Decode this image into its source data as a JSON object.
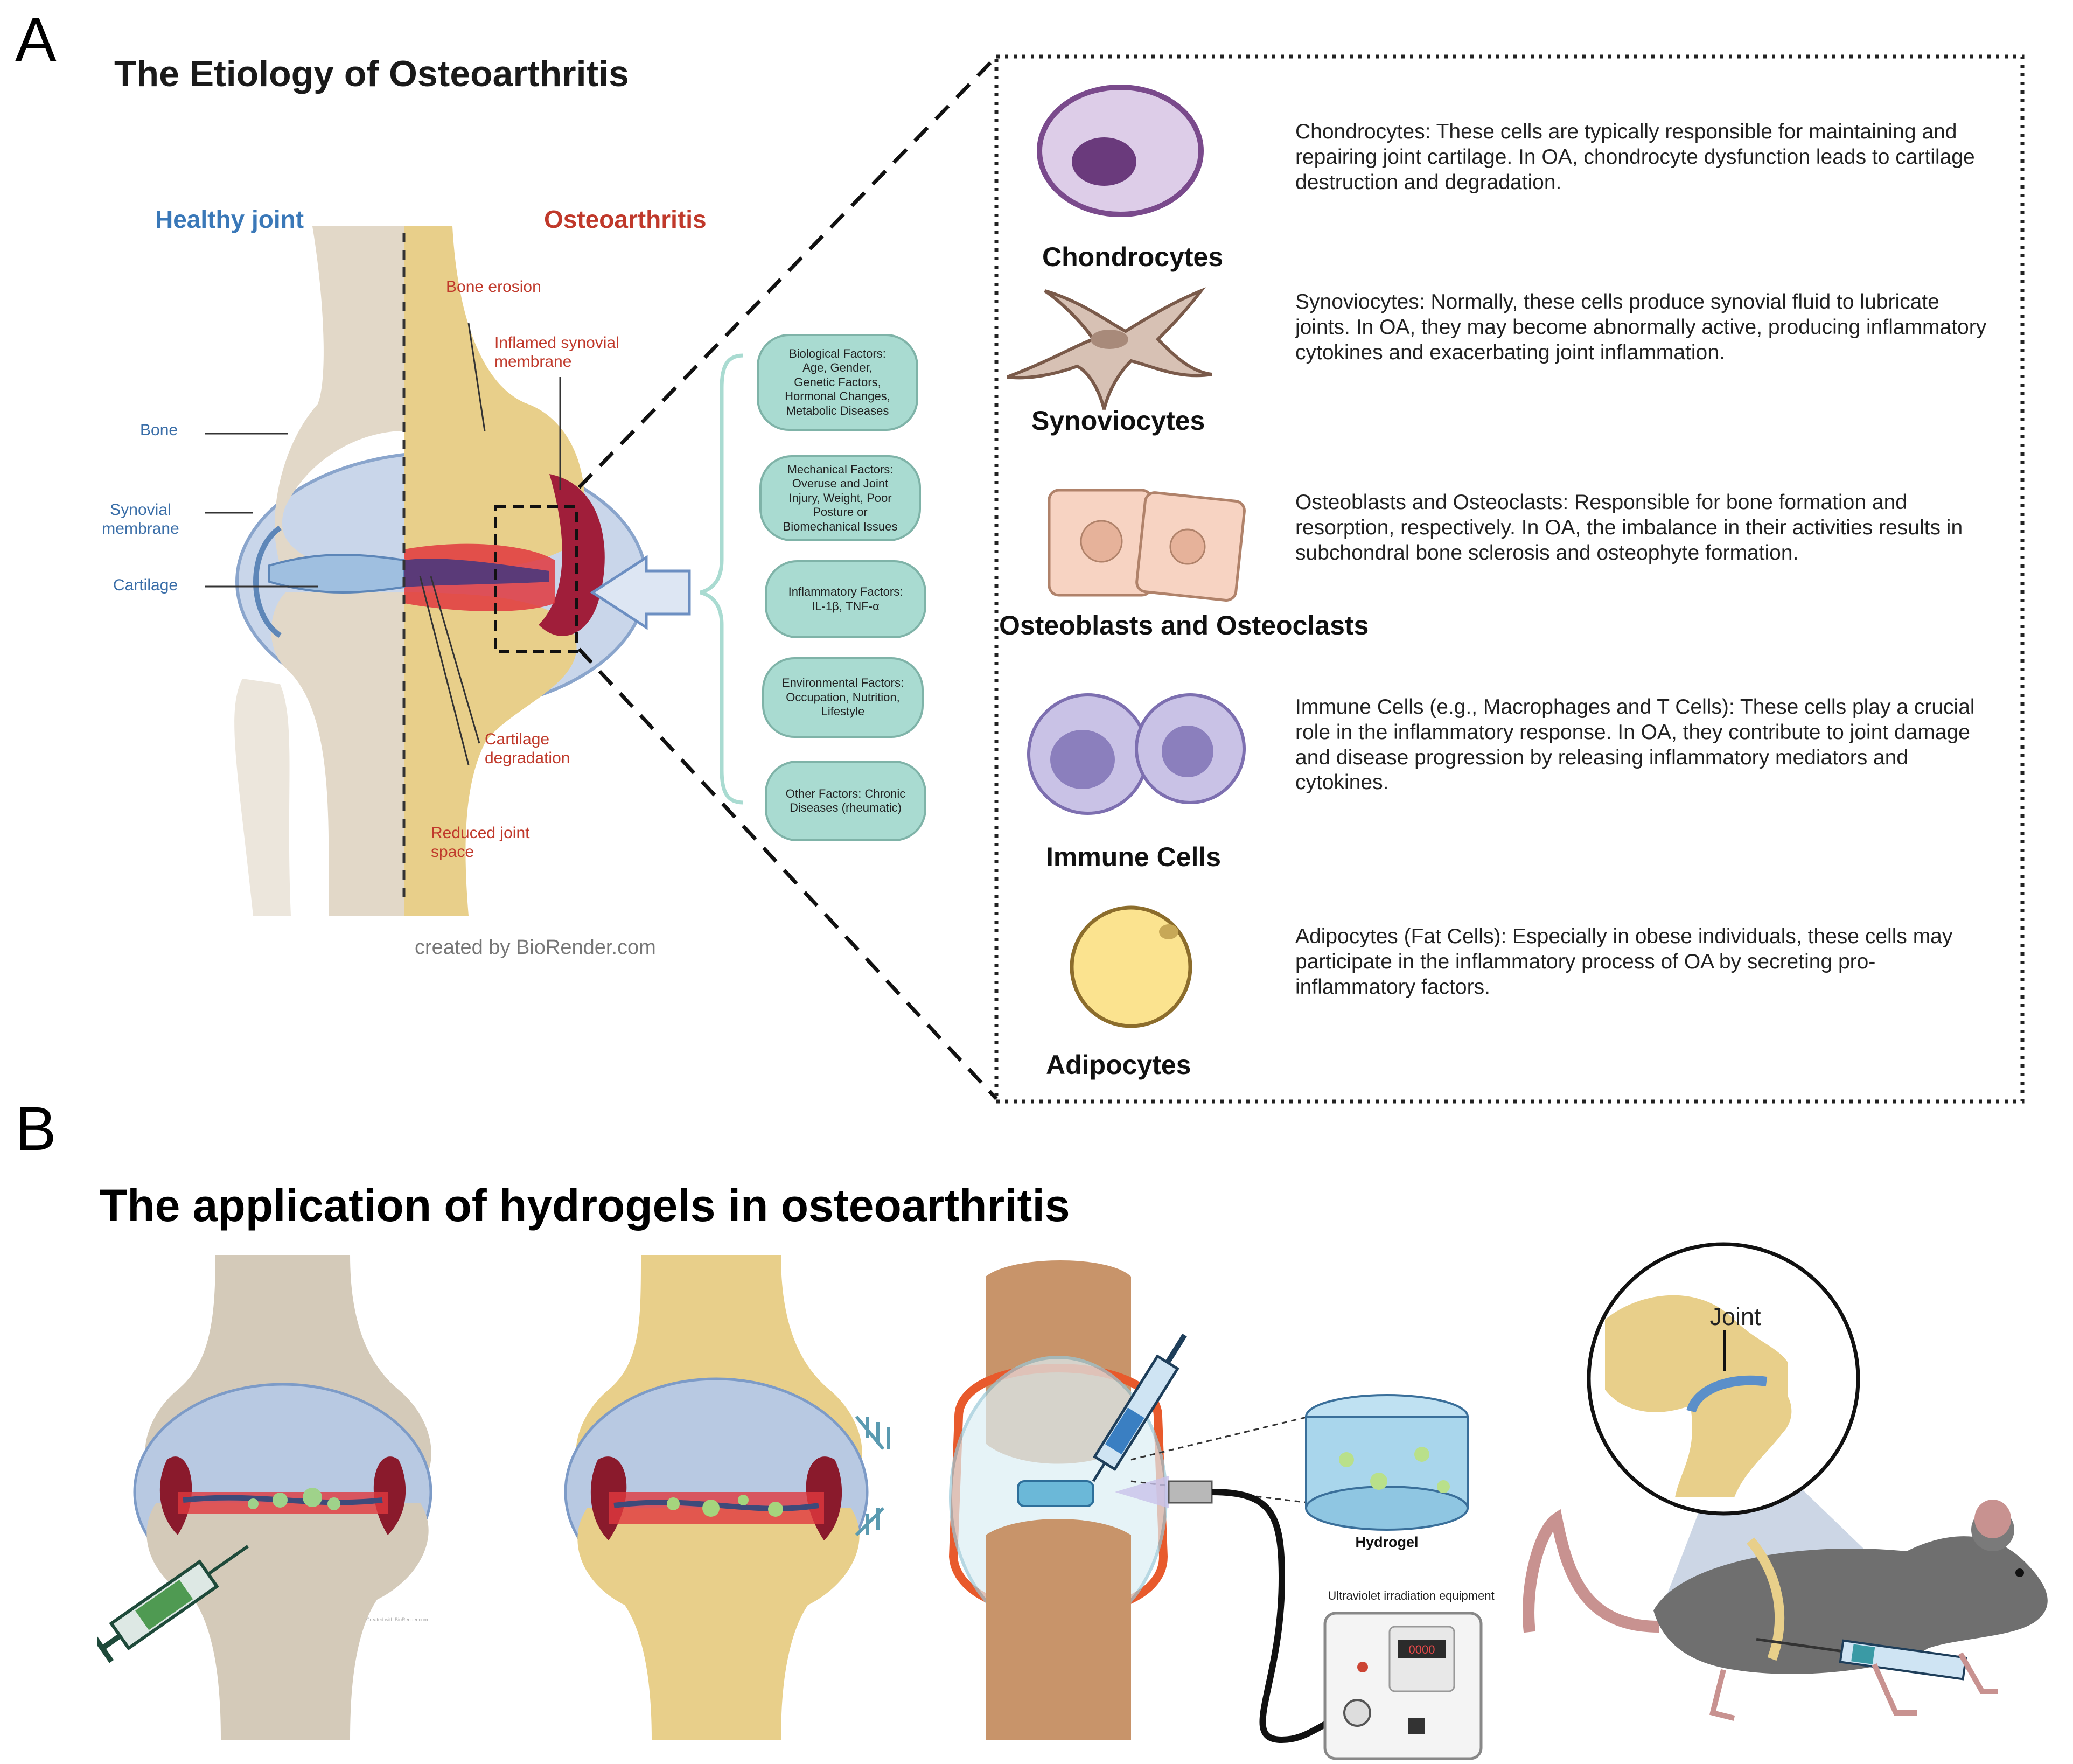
{
  "panels": {
    "a_letter": "A",
    "b_letter": "B"
  },
  "panel_a": {
    "title": "The Etiology of Osteoarthritis",
    "healthy_label": "Healthy joint",
    "oa_label": "Osteoarthritis",
    "left_labels": {
      "bone": "Bone",
      "synovial": "Synovial\nmembrane",
      "cartilage": "Cartilage"
    },
    "right_labels": {
      "bone_erosion": "Bone erosion",
      "inflamed": "Inflamed synovial\nmembrane",
      "cartilage_deg": "Cartilage\ndegradation",
      "reduced": "Reduced joint\nspace"
    },
    "credit": "created by BioRender.com",
    "factors": [
      "Biological Factors:\nAge, Gender,\nGenetic Factors,\nHormonal Changes,\nMetabolic Diseases",
      "Mechanical Factors:\nOveruse and Joint\nInjury, Weight, Poor\nPosture or\nBiomechanical Issues",
      "Inflammatory Factors:\nIL-1β, TNF-α",
      "Environmental Factors:\nOccupation, Nutrition,\nLifestyle",
      "Other Factors: Chronic\nDiseases (rheumatic)"
    ],
    "cells": [
      {
        "name": "Chondrocytes",
        "desc": "Chondrocytes: These cells are typically responsible for maintaining and repairing joint cartilage. In OA, chondrocyte dysfunction leads to cartilage destruction and degradation."
      },
      {
        "name": "Synoviocytes",
        "desc": "Synoviocytes: Normally, these cells produce synovial fluid to lubricate joints. In OA, they may become abnormally active, producing inflammatory cytokines and exacerbating joint inflammation."
      },
      {
        "name": "Osteoblasts and Osteoclasts",
        "desc": "Osteoblasts and Osteoclasts: Responsible for bone formation and resorption, respectively. In OA, the imbalance in their activities results in subchondral bone sclerosis and osteophyte formation."
      },
      {
        "name": "Immune Cells",
        "desc": "Immune Cells (e.g., Macrophages and T Cells): These cells play a crucial role in the inflammatory response. In OA, they contribute to joint damage and disease progression by releasing inflammatory mediators and cytokines."
      },
      {
        "name": "Adipocytes",
        "desc": "Adipocytes (Fat Cells): Especially in obese individuals, these cells may participate in the inflammatory process of OA by secreting pro-inflammatory factors."
      }
    ]
  },
  "panel_b": {
    "title": "The application of hydrogels in osteoarthritis",
    "hydrogel_label": "Hydrogel",
    "uv_label": "Ultraviolet irradiation equipment",
    "uv_display": "0000",
    "joint_label": "Joint",
    "watermark": "Created with BioRender.com"
  }
}
